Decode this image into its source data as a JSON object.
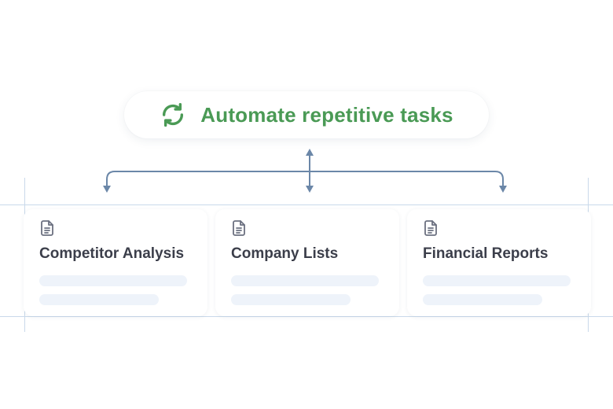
{
  "header": {
    "title": "Automate repetitive tasks",
    "icon": "sync-icon"
  },
  "cards": [
    {
      "title": "Competitor Analysis",
      "icon": "document-icon"
    },
    {
      "title": "Company Lists",
      "icon": "document-icon"
    },
    {
      "title": "Financial Reports",
      "icon": "document-icon"
    }
  ],
  "colors": {
    "accent": "#4a9a55",
    "connector": "#6b87a8",
    "text": "#3b3e4a",
    "guide": "#c9d9ea",
    "placeholder": "#eef3fa"
  }
}
